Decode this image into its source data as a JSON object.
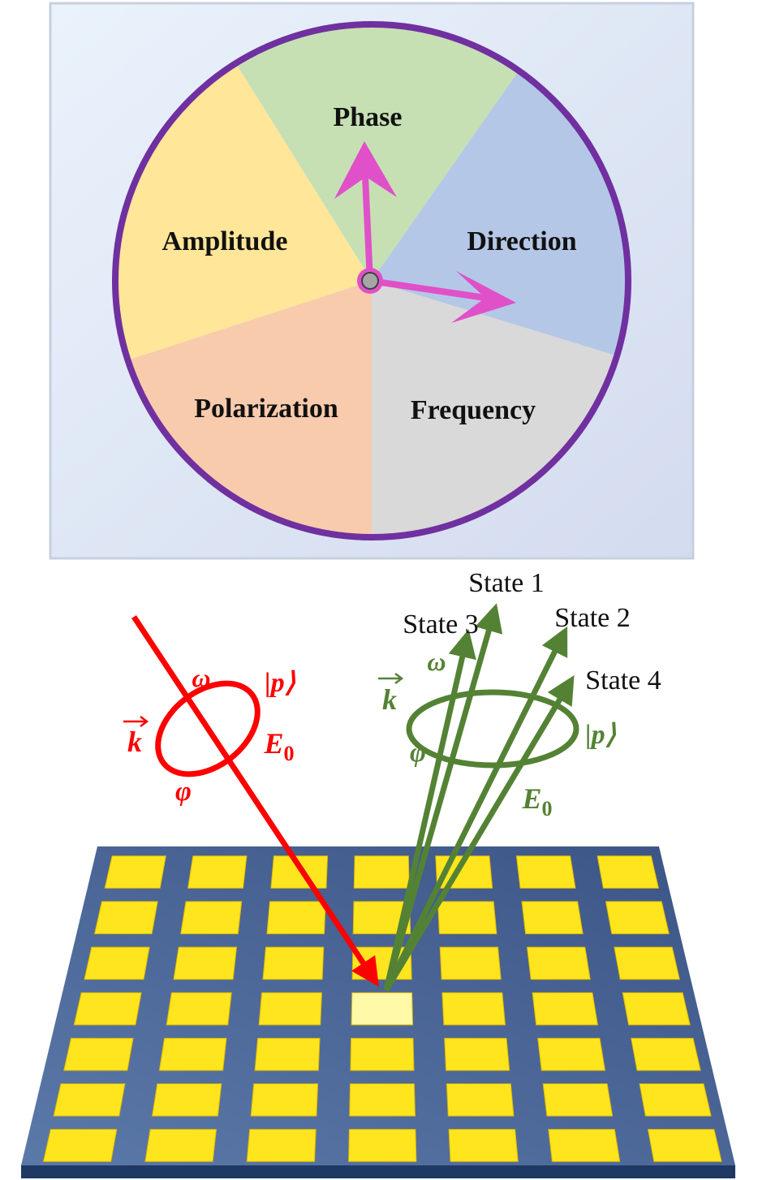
{
  "colors": {
    "frame_fill": "#dfe6f3",
    "frame_stroke": "#c7d0de",
    "ring": "#7030a0",
    "phase": "#c6e0b4",
    "direction": "#b4c7e7",
    "frequency": "#d9d9d9",
    "polarization": "#f8cbad",
    "amplitude": "#ffe699",
    "pointer": "#e050c8",
    "incident": "#ff0000",
    "reflected": "#548235",
    "substrate": "#44618f",
    "substrate_edge": "#1f3864",
    "cell": "#ffe51e",
    "cell_active": "#fff9a8"
  },
  "wheel": {
    "sectors": [
      {
        "label": "Phase"
      },
      {
        "label": "Direction"
      },
      {
        "label": "Frequency"
      },
      {
        "label": "Polarization"
      },
      {
        "label": "Amplitude"
      }
    ]
  },
  "incident": {
    "k": "k",
    "omega": "ω",
    "p": "|p⟩",
    "E": "E",
    "E_sub": "0",
    "phi": "φ"
  },
  "reflected": {
    "k": "k",
    "omega": "ω",
    "p": "|p⟩",
    "E": "E",
    "E_sub": "0",
    "phi": "φ"
  },
  "states": [
    {
      "label": "State 1"
    },
    {
      "label": "State 2"
    },
    {
      "label": "State 3"
    },
    {
      "label": "State 4"
    }
  ],
  "metasurface": {
    "rows": 7,
    "cols": 7,
    "active_row": 3,
    "active_col": 3
  }
}
